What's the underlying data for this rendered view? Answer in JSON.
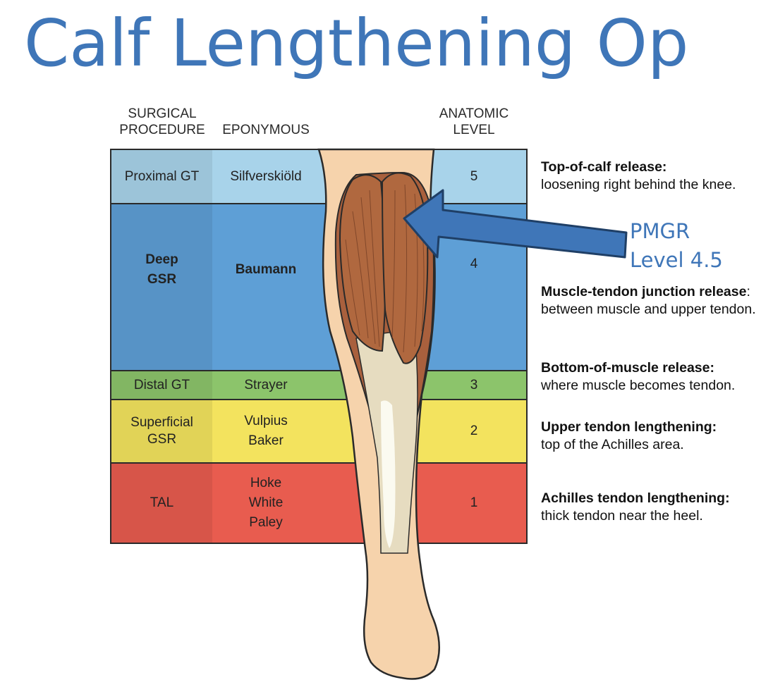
{
  "title": "Calf Lengthening Op",
  "columns": {
    "procedure": "SURGICAL\nPROCEDURE",
    "eponymous": "EPONYMOUS",
    "level": "ANATOMIC\nLEVEL"
  },
  "rows": [
    {
      "procedure": "Proximal GT",
      "eponymous": "Silfverskiöld",
      "level": "5",
      "color": "#a8d3ea"
    },
    {
      "procedure": "Deep\nGSR",
      "eponymous": "Baumann",
      "level": "4",
      "color": "#5e9fd6"
    },
    {
      "procedure": "Distal GT",
      "eponymous": "Strayer",
      "level": "3",
      "color": "#8cc46b"
    },
    {
      "procedure": "Superficial\nGSR",
      "eponymous": "Vulpius\nBaker",
      "level": "2",
      "color": "#f3e35e"
    },
    {
      "procedure": "TAL",
      "eponymous": "Hoke\nWhite\nPaley",
      "level": "1",
      "color": "#e85c4f"
    }
  ],
  "callout": {
    "line1": "PMGR",
    "line2": "Level 4.5",
    "color": "#3f76b8"
  },
  "descriptions": [
    {
      "bold": "Top-of-calf release:",
      "text": "loosening right behind the knee."
    },
    {
      "bold": "Muscle-tendon junction release",
      "text": ": between muscle and upper tendon."
    },
    {
      "bold": "Bottom-of-muscle release:",
      "text": "where muscle becomes tendon."
    },
    {
      "bold": "Upper tendon lengthening:",
      "text": "top of the Achilles area."
    },
    {
      "bold": "Achilles tendon lengthening:",
      "text": "thick tendon near the heel."
    }
  ],
  "colors": {
    "skin": "#f6d3ac",
    "muscle": "#a9603d",
    "tendon": "#e6dcc0",
    "arrow": "#3f76b8"
  }
}
